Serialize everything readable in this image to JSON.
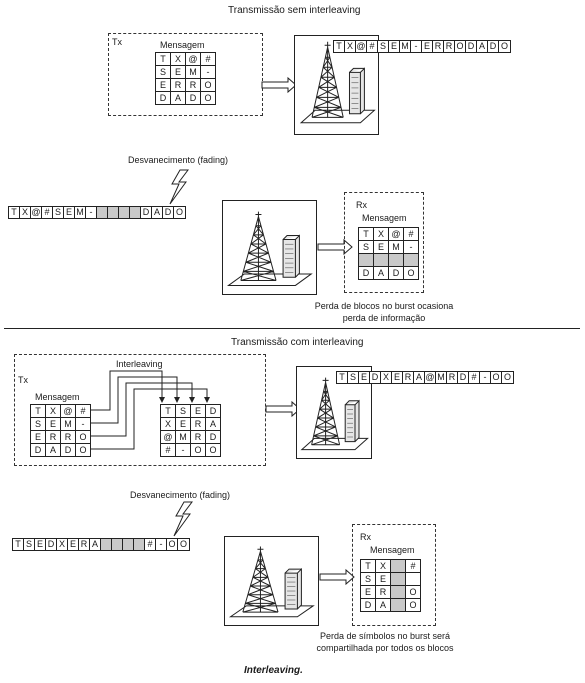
{
  "section1": {
    "title": "Transmissão sem interleaving",
    "tx_label": "Tx",
    "mensagem_label": "Mensagem",
    "grid": [
      [
        "T",
        "X",
        "@",
        "#"
      ],
      [
        "S",
        "E",
        "M",
        "-"
      ],
      [
        "E",
        "R",
        "R",
        "O"
      ],
      [
        "D",
        "A",
        "D",
        "O"
      ]
    ],
    "strip": [
      "T",
      "X",
      "@",
      "#",
      "S",
      "E",
      "M",
      "-",
      "E",
      "R",
      "R",
      "O",
      "D",
      "A",
      "D",
      "O"
    ]
  },
  "section2": {
    "fading_label": "Desvanecimento (fading)",
    "strip": [
      "T",
      "X",
      "@",
      "#",
      "S",
      "E",
      "M",
      "-",
      "",
      "",
      "",
      "",
      "D",
      "A",
      "D",
      "O"
    ],
    "rx_label": "Rx",
    "mensagem_label": "Mensagem",
    "grid": [
      [
        "T",
        "X",
        "@",
        "#"
      ],
      [
        "S",
        "E",
        "M",
        "-"
      ],
      [
        "",
        "",
        "",
        ""
      ],
      [
        "D",
        "A",
        "D",
        "O"
      ]
    ],
    "note_line1": "Perda de blocos no burst ocasiona",
    "note_line2": "perda de informação"
  },
  "section3": {
    "title": "Transmissão com interleaving",
    "tx_label": "Tx",
    "interleaving_label": "Interleaving",
    "mensagem_label": "Mensagem",
    "grid": [
      [
        "T",
        "X",
        "@",
        "#"
      ],
      [
        "S",
        "E",
        "M",
        "-"
      ],
      [
        "E",
        "R",
        "R",
        "O"
      ],
      [
        "D",
        "A",
        "D",
        "O"
      ]
    ],
    "interleaved_grid": [
      [
        "T",
        "S",
        "E",
        "D"
      ],
      [
        "X",
        "E",
        "R",
        "A"
      ],
      [
        "@",
        "M",
        "R",
        "D"
      ],
      [
        "#",
        "-",
        "O",
        "O"
      ]
    ],
    "strip": [
      "T",
      "S",
      "E",
      "D",
      "X",
      "E",
      "R",
      "A",
      "@",
      "M",
      "R",
      "D",
      "#",
      "-",
      "O",
      "O"
    ]
  },
  "section4": {
    "fading_label": "Desvanecimento (fading)",
    "strip": [
      "T",
      "S",
      "E",
      "D",
      "X",
      "E",
      "R",
      "A",
      "",
      "",
      "",
      "",
      "#",
      "-",
      "O",
      "O"
    ],
    "rx_label": "Rx",
    "mensagem_label": "Mensagem",
    "grid": [
      [
        "T",
        "X",
        "",
        "#"
      ],
      [
        "S",
        "E",
        "",
        ""
      ],
      [
        "E",
        "R",
        "",
        "O"
      ],
      [
        "D",
        "A",
        "",
        "O"
      ]
    ],
    "note_line1": "Perda de símbolos no burst será",
    "note_line2": "compartilhada por todos os blocos"
  },
  "caption": "Interleaving.",
  "colors": {
    "line": "#222222",
    "shade": "#c9c9c9",
    "background": "#ffffff"
  }
}
